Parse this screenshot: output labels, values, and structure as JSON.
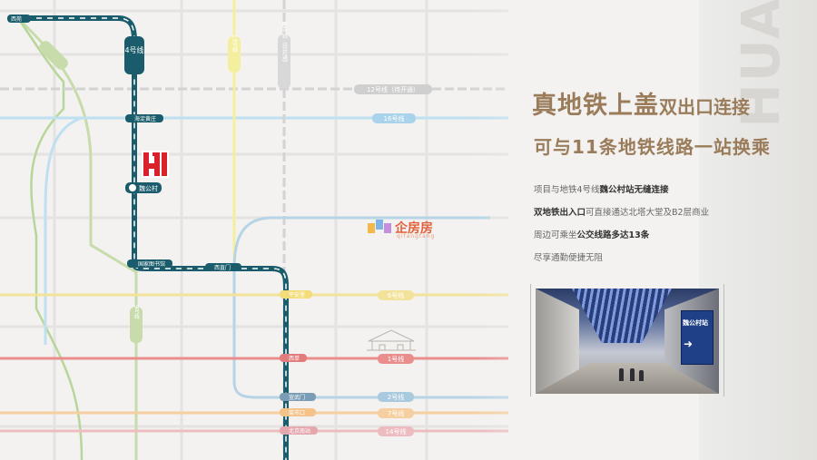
{
  "headline": {
    "line1_big": "真地铁上盖",
    "line1_small": "双出口连接",
    "line2": "可与11条地铁线路一站换乘"
  },
  "features": [
    {
      "pre": "项目与地铁4号线",
      "bold": "魏公村站无缝连接",
      "post": ""
    },
    {
      "pre": "",
      "bold": "双地铁出入口",
      "post": "可直接通达北塔大堂及B2层商业"
    },
    {
      "pre": "周边可乘坐",
      "bold": "公交线路多达13条",
      "post": ""
    },
    {
      "pre": "尽享通勤便捷无阻",
      "bold": "",
      "post": ""
    }
  ],
  "photo": {
    "sign_text": "魏公村站"
  },
  "watermark": {
    "brand": "企房房",
    "sub": "qifangfang"
  },
  "decor_letters": "HUA",
  "map": {
    "lines": {
      "line4": "4号线",
      "line16": "16号线",
      "line12": "12号线（待开通）",
      "line19": "19号线（待开通）",
      "line13": "13号线",
      "line9": "9号线",
      "line6": "6号线",
      "line1": "1号线",
      "line2": "2号线",
      "line7": "7号线",
      "line14": "14号线",
      "line_s2": "2号线"
    },
    "stations": {
      "xiyuan": "西苑",
      "haidian": "海淀黄庄",
      "weigongcun": "魏公村",
      "guojia": "国家图书馆",
      "xizhimen": "西直门",
      "pinganli": "平安里",
      "xidan": "西单",
      "xuanwumen": "宣武门",
      "caishikou": "菜市口",
      "taoranting": "北京南站"
    },
    "colors": {
      "line4": "#1a5c6b",
      "line16": "#9fd0ea",
      "line12": "#c9c9c9",
      "line19": "#cfcfcf",
      "line13": "#f2ec8e",
      "line9": "#b9d69a",
      "line6": "#f3dd7a",
      "line1": "#e27b7b",
      "line2": "#a9c9de",
      "line7": "#f3c38a",
      "line14": "#e5a7ae",
      "line_s": "#b9d69a"
    }
  }
}
